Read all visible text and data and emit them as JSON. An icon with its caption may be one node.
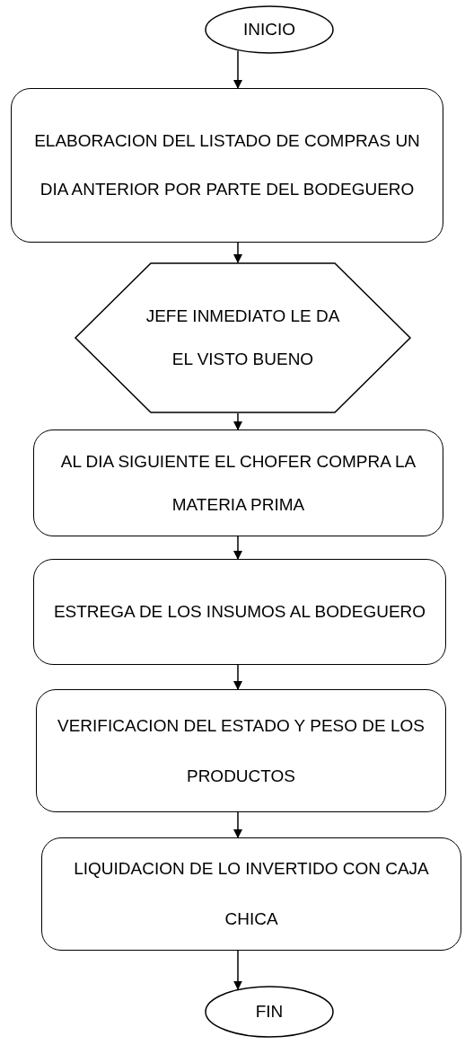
{
  "diagram": {
    "nodes": [
      {
        "text": [
          "INICIO"
        ]
      },
      {
        "text": [
          "ELABORACION DEL LISTADO DE COMPRAS UN DIA ANTERIOR POR PARTE DEL BODEGUERO"
        ]
      },
      {
        "text": [
          "JEFE INMEDIATO LE DA EL VISTO BUENO"
        ]
      },
      {
        "text": [
          "AL DIA SIGUIENTE EL CHOFER COMPRA LA MATERIA PRIMA"
        ]
      },
      {
        "text": [
          "ESTREGA DE LOS INSUMOS AL BODEGUERO"
        ]
      },
      {
        "text": [
          "VERIFICACION DEL ESTADO Y PESO DE LOS PRODUCTOS"
        ]
      },
      {
        "text": [
          "LIQUIDACION DE LO INVERTIDO CON CAJA CHICA"
        ]
      },
      {
        "text": [
          "FIN"
        ]
      }
    ],
    "edges": [
      {
        "from": 0,
        "to": 1,
        "arrow": "to"
      },
      {
        "from": 1,
        "to": 2,
        "arrow": "to"
      },
      {
        "from": 2,
        "to": 3,
        "arrow": "to"
      },
      {
        "from": 3,
        "to": 4,
        "arrow": "to"
      },
      {
        "from": 4,
        "to": 5,
        "arrow": "to"
      },
      {
        "from": 5,
        "to": 6,
        "arrow": "to"
      },
      {
        "from": 6,
        "to": 7,
        "arrow": "to"
      }
    ]
  }
}
